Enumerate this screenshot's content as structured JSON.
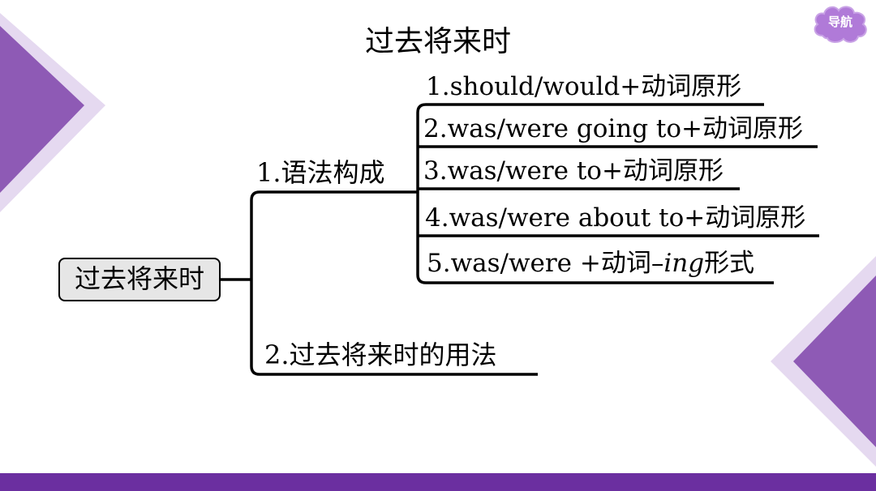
{
  "slide": {
    "title": "过去将来时",
    "nav_label": "导航"
  },
  "mindmap": {
    "root": "过去将来时",
    "branches": [
      {
        "label": "1.语法构成",
        "leaves": [
          {
            "text": "1.should/would+动词原形"
          },
          {
            "text": "2.was/were going to+动词原形"
          },
          {
            "text": "3.was/were to+动词原形"
          },
          {
            "text": "4.was/were about to+动词原形"
          },
          {
            "prefix": "5.was/were +动词–",
            "italic": "ing",
            "suffix": "形式"
          }
        ]
      },
      {
        "label": "2.过去将来时的用法"
      }
    ]
  },
  "colors": {
    "accent_purple": "#6b2fa0",
    "deco_purple_dark": "#8e5ab5",
    "deco_purple_light": "#d9c8e9",
    "nav_cloud": "#b07ad8",
    "node_fill": "#e6e6e6"
  },
  "icons": {
    "nav": "cloud-icon"
  }
}
